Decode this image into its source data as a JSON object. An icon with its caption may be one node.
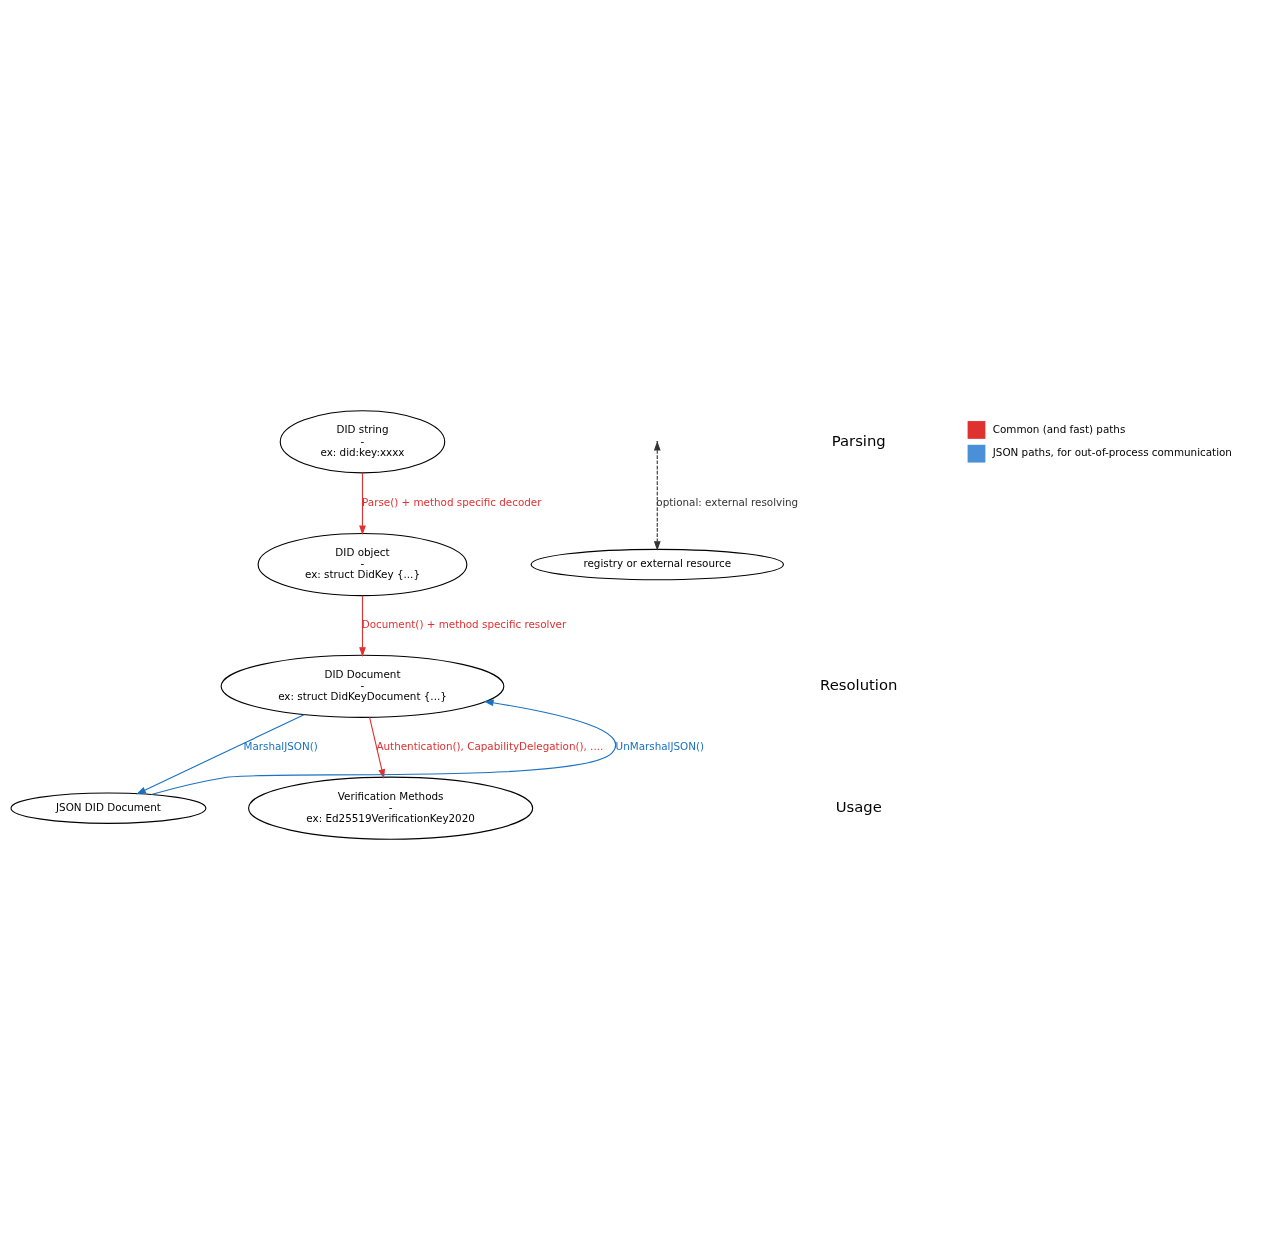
{
  "diagram": {
    "nodes": [
      {
        "text": [
          "DID string",
          "-",
          "ex: did:key:xxxx"
        ]
      },
      {
        "text": [
          "DID object",
          "-",
          "ex: struct DidKey {...}"
        ]
      },
      {
        "text": [
          "registry or external resource"
        ]
      },
      {
        "text": [
          "DID Document",
          "-",
          "ex: struct DidKeyDocument {...}"
        ]
      },
      {
        "text": [
          "JSON DID Document"
        ]
      },
      {
        "text": [
          "Verification Methods",
          "-",
          "ex: Ed25519VerificationKey2020"
        ]
      }
    ],
    "edges": [
      {
        "from": 0,
        "to": 1,
        "arrow": "to",
        "label": "Parse() + method specific decoder"
      },
      {
        "from": 1,
        "to": 3,
        "arrow": "to",
        "label": "Document() + method specific resolver"
      },
      {
        "from": null,
        "to": 2,
        "arrow": "both",
        "label": "optional: external resolving",
        "style": "dashed",
        "color": "#333333"
      },
      {
        "from": 3,
        "to": 4,
        "arrow": "to",
        "label": "MarshalJSON()",
        "color": "#1971c2"
      },
      {
        "from": 4,
        "to": 3,
        "arrow": "to",
        "label": "UnMarshalJSON()",
        "color": "#1971c2"
      },
      {
        "from": 3,
        "to": 5,
        "arrow": "to",
        "label": "Authentication(), CapabilityDelegation(), ...."
      }
    ],
    "labels": [
      "Parsing",
      "Resolution",
      "Usage"
    ],
    "legend": [
      {
        "text": "Common (and fast) paths",
        "color": "#e03131"
      },
      {
        "text": "JSON paths, for out-of-process communication",
        "color": "#4a90d9"
      }
    ]
  }
}
